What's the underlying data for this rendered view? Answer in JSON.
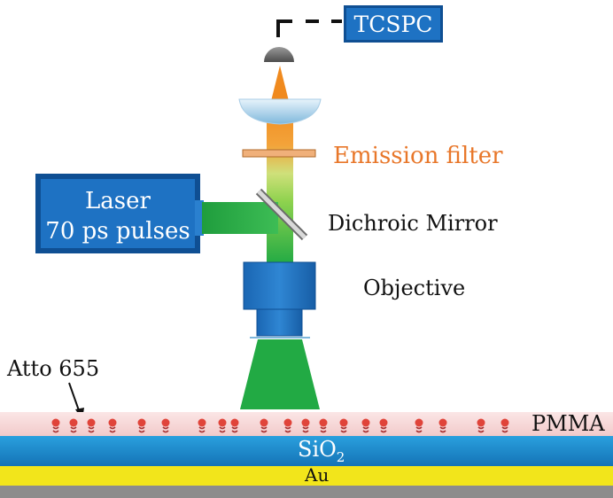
{
  "labels": {
    "tcspc": "TCSPC",
    "emission_filter": "Emission filter",
    "laser_line1": "Laser",
    "laser_line2": "70 ps pulses",
    "dichroic_mirror": "Dichroic Mirror",
    "objective": "Objective",
    "atto": "Atto 655",
    "pmma": "PMMA",
    "sio2_base": "SiO",
    "sio2_sub": "2",
    "au": "Au"
  },
  "colors": {
    "box_blue": "#1e72c3",
    "box_blue_dark": "#0f4f93",
    "beam_green": "#22aa44",
    "beam_orange": "#f08a1e",
    "filter_orange": "#f0b07a",
    "pmma": "#f6d4d4",
    "sio2": "#1d8fd0",
    "au": "#f2e51b",
    "base": "#8c8c8c",
    "molecule": "#e0443a",
    "emission_text": "#e8772a"
  }
}
